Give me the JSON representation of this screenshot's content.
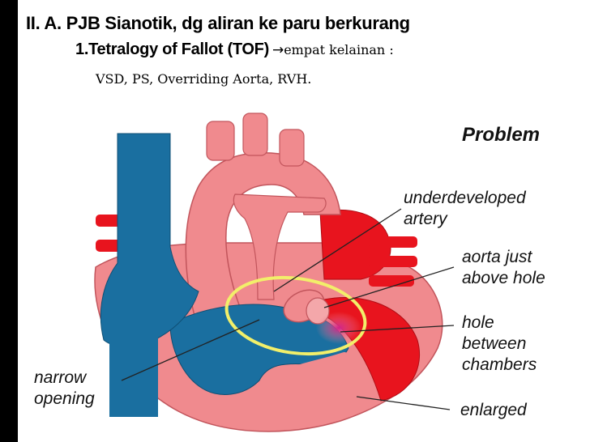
{
  "slide": {
    "heading": "II. A. PJB Sianotik, dg aliran ke paru berkurang",
    "subheading_bold": "1.Tetralogy of Fallot (TOF)",
    "subheading_arrow": "→",
    "subheading_rest": "empat kelainan :",
    "subline": "VSD, PS, Overriding Aorta, RVH."
  },
  "figure": {
    "title": "Problem",
    "labels": {
      "underdeveloped_line1": "underdeveloped",
      "underdeveloped_line2": "artery",
      "aorta_line1": "aorta just",
      "aorta_line2": "above hole",
      "hole_line1": "hole",
      "hole_line2": "between",
      "hole_line3": "chambers",
      "narrow_line1": "narrow",
      "narrow_line2": "opening",
      "enlarged": "enlarged"
    },
    "colors": {
      "deoxygenated": "#1a6fa0",
      "oxygenated": "#e8141e",
      "tissue": "#f08a8e",
      "highlight_ring": "#f2ef6a"
    }
  }
}
